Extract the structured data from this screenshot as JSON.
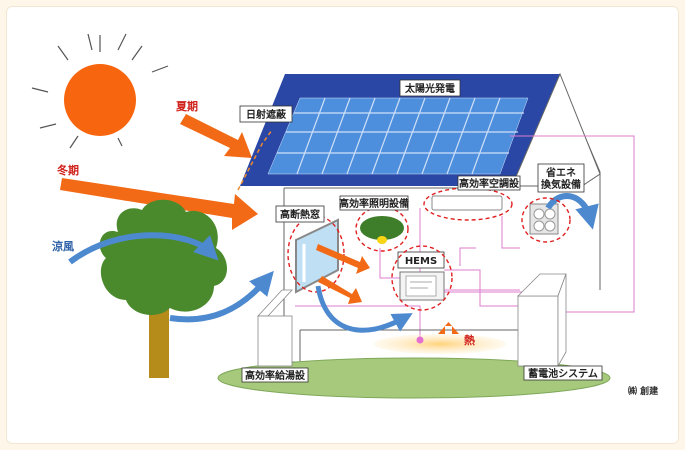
{
  "labels": {
    "solar": "太陽光発電",
    "shade": "日射遮蔽",
    "summer": "夏期",
    "winter": "冬期",
    "cool_breeze": "涼風",
    "insulated_window": "高断熱窓",
    "lighting": "高効率照明設備",
    "aircon": "高効率空調設",
    "ventilation_line1": "省エネ",
    "ventilation_line2": "換気設備",
    "hems": "HEMS",
    "heat": "熱",
    "water_heater": "高効率給湯設",
    "battery": "蓄電池システム",
    "credit": "㈱ 創建"
  },
  "colors": {
    "sun": "#f7660e",
    "arrow": "#f26a16",
    "roof": "#2a47a6",
    "panel": "#4d8fdd",
    "tree": "#4a8a2c",
    "trunk": "#b58b1a",
    "ground": "#a7c97c",
    "breeze": "#4d89cf",
    "highlight": "#e02020",
    "wiring": "#de7ccf"
  }
}
